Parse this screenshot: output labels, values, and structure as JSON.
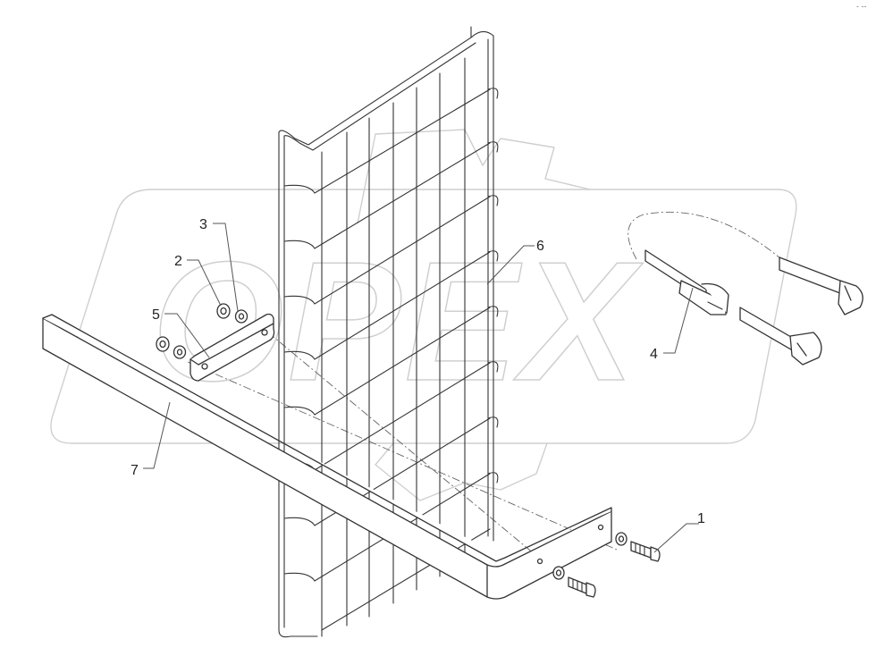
{
  "watermark": {
    "text": "OPEX"
  },
  "callouts": [
    {
      "id": "1",
      "label": "1"
    },
    {
      "id": "2",
      "label": "2"
    },
    {
      "id": "3",
      "label": "3"
    },
    {
      "id": "4",
      "label": "4"
    },
    {
      "id": "5",
      "label": "5"
    },
    {
      "id": "6",
      "label": "6"
    },
    {
      "id": "7",
      "label": "7"
    }
  ],
  "corner_mark": "- --"
}
